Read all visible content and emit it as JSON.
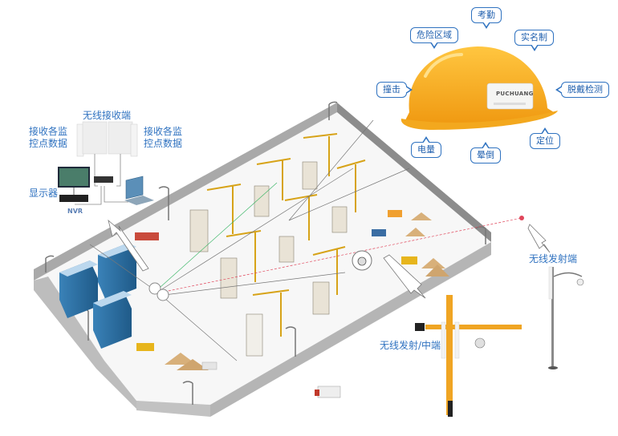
{
  "diagram": {
    "title_visible": false,
    "receiver": {
      "title": "无线接收端",
      "left_caption_line1": "接收各监",
      "left_caption_line2": "控点数据",
      "right_caption_line1": "接收各监",
      "right_caption_line2": "控点数据",
      "display_label": "显示器",
      "nvr_label": "NVR"
    },
    "transmitters": {
      "pole_label": "无线发射端",
      "crane_label": "无线发射/中端"
    },
    "helmet": {
      "brand": "PUCHUANG",
      "features": [
        {
          "id": "attendance",
          "label": "考勤"
        },
        {
          "id": "danger-zone",
          "label": "危险区域"
        },
        {
          "id": "real-name",
          "label": "实名制"
        },
        {
          "id": "impact",
          "label": "撞击"
        },
        {
          "id": "removal-detect",
          "label": "脱戴检测"
        },
        {
          "id": "battery",
          "label": "电量"
        },
        {
          "id": "faint",
          "label": "晕倒"
        },
        {
          "id": "location",
          "label": "定位"
        }
      ]
    },
    "colors": {
      "label_blue": "#2f72c0",
      "helmet_yellow": "#f5a81c",
      "crane_yellow": "#e8b322",
      "wall_gray": "#9a9a9a",
      "building_blue": "#2c6fa3",
      "signal_red": "#e0455a",
      "signal_green": "#3fb86a"
    }
  }
}
